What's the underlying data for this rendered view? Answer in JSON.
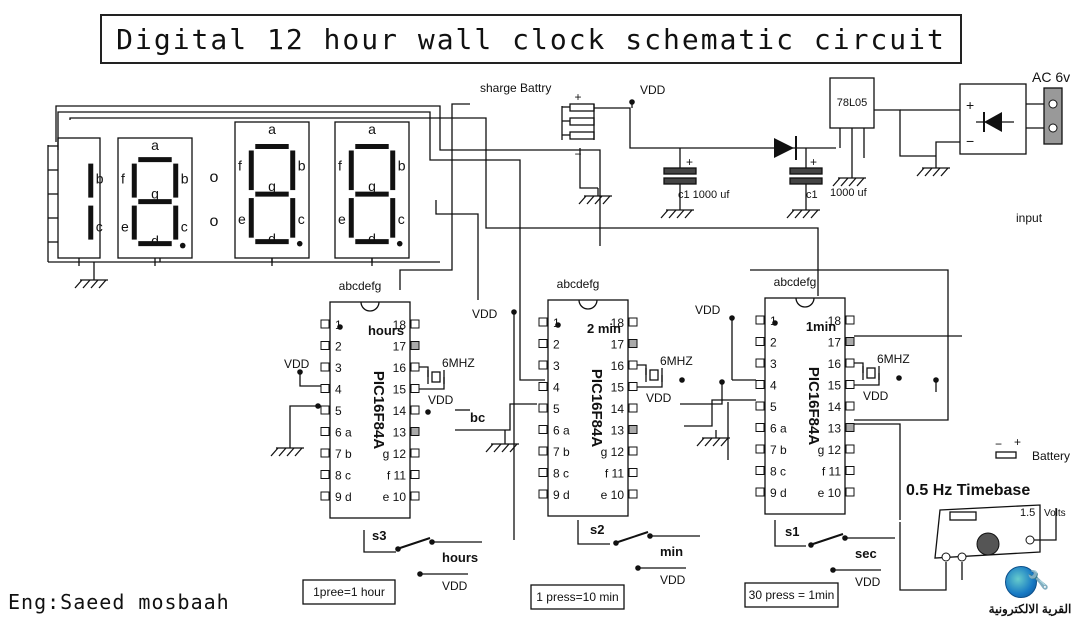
{
  "title": "Digital 12 hour wall clock schematic circuit",
  "author": "Eng:Saeed mosbaah",
  "logo": {
    "text": "القرية الالكترونية",
    "icon": "globe-wrench-logo"
  },
  "power": {
    "battery_label": "sharge Battry",
    "vdd": "VDD",
    "cap_left_label": "c1 1000 uf",
    "cap_right_c": "c1",
    "cap_right_value": "1000  uf",
    "regulator": "78L05",
    "ac_label": "AC 6v",
    "input_label": "input",
    "plus": "+",
    "minus": "−"
  },
  "display": {
    "seg_a": "a",
    "seg_b": "b",
    "seg_c": "c",
    "seg_d": "d",
    "seg_e": "e",
    "seg_f": "f",
    "seg_g": "g",
    "colon": "o"
  },
  "chips": [
    {
      "name": "hours",
      "part": "PIC16F84A",
      "bus": "abcdefg",
      "xtal": "6MHZ",
      "vdd": "VDD",
      "note": "bc",
      "left_pins": [
        "1",
        "2",
        "3",
        "4",
        "5",
        "6 a",
        "7 b",
        "8 c",
        "9 d"
      ],
      "right_pins": [
        "18",
        "17",
        "16",
        "15",
        "14",
        "13",
        "g 12",
        "f 11",
        "e 10"
      ],
      "switch": "s3",
      "switch_label": "hours",
      "switch_vdd": "VDD",
      "box_note": "1pree=1 hour"
    },
    {
      "name": "2 min",
      "part": "PIC16F84A",
      "bus": "abcdefg",
      "xtal": "6MHZ",
      "vdd": "VDD",
      "left_pins": [
        "1",
        "2",
        "3",
        "4",
        "5",
        "6 a",
        "7 b",
        "8 c",
        "9 d"
      ],
      "right_pins": [
        "18",
        "17",
        "16",
        "15",
        "14",
        "13",
        "g 12",
        "f 11",
        "e 10"
      ],
      "switch": "s2",
      "switch_label": "min",
      "switch_vdd": "VDD",
      "box_note": "1 press=10 min"
    },
    {
      "name": "1min",
      "part": "PIC16F84A",
      "bus": "abcdefg",
      "xtal": "6MHZ",
      "vdd": "VDD",
      "left_pins": [
        "1",
        "2",
        "3",
        "4",
        "5",
        "6 a",
        "7 b",
        "8 c",
        "9 d"
      ],
      "right_pins": [
        "18",
        "17",
        "16",
        "15",
        "14",
        "13",
        "g 12",
        "f 11",
        "e 10"
      ],
      "switch": "s1",
      "switch_label": "sec",
      "switch_vdd": "VDD",
      "box_note": "30 press = 1min"
    }
  ],
  "timebase": {
    "title": "0.5 Hz Timebase",
    "battery": "Battery",
    "volts_value": "1.5",
    "volts_unit": "Volts"
  }
}
